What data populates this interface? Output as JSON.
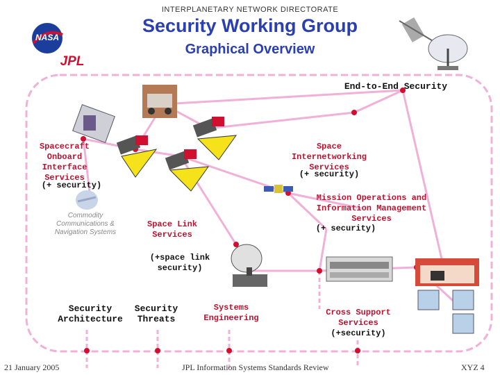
{
  "header": {
    "directorate": "INTERPLANETARY NETWORK DIRECTORATE",
    "title": "Security Working Group",
    "subtitle": "Graphical Overview"
  },
  "logos": {
    "nasa": "NASA",
    "jpl": "JPL"
  },
  "labels": {
    "end_to_end": "End-to-End Security",
    "spacecraft_onboard": "Spacecraft Onboard Interface Services",
    "spacecraft_security": "(+ security)",
    "space_internetworking": "Space Internetworking Services",
    "internetworking_security": "(+ security)",
    "mission_ops": "Mission Operations and Information Management Services",
    "mission_ops_security": "(+ security)",
    "commodity": "Commodity Communications & Navigation Systems",
    "space_link": "Space Link Services",
    "space_link_security": "(+space link security)",
    "security_architecture": "Security Architecture",
    "security_threats": "Security Threats",
    "systems_engineering": "Systems Engineering",
    "cross_support": "Cross Support Services",
    "cross_support_security": "(+security)"
  },
  "footer": {
    "date": "21 January 2005",
    "review": "JPL Information Systems Standards Review",
    "page": "XYZ 4"
  },
  "colors": {
    "title_blue": "#2a3fb0",
    "label_red": "#c0102e",
    "network_pink": "#f0b0d8",
    "node_red": "#d0102e"
  }
}
